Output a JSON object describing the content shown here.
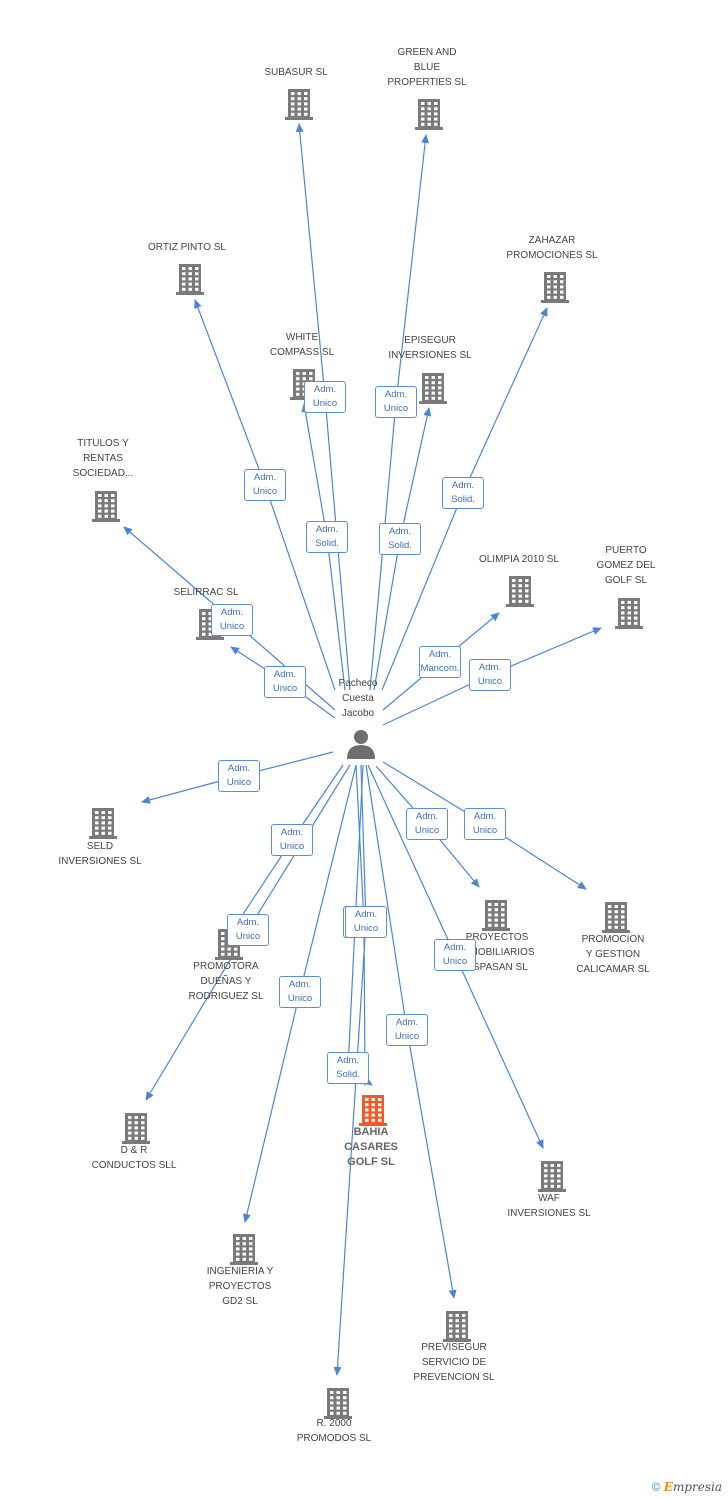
{
  "colors": {
    "link": "#4a86d8",
    "building": "#7a7a7a",
    "building_main": "#f05a28",
    "person": "#6e6e6e"
  },
  "center": {
    "label_lines": [
      "Pacheco",
      "Cuesta",
      "Jacobo"
    ],
    "icon": "person-icon"
  },
  "main_company": {
    "label_lines": [
      "BAHIA",
      "CASARES",
      "GOLF SL"
    ],
    "icon": "building-icon"
  },
  "companies": [
    {
      "id": "subasur",
      "label_lines": [
        "SUBASUR SL"
      ]
    },
    {
      "id": "green-blue",
      "label_lines": [
        "GREEN AND",
        "BLUE",
        "PROPERTIES SL"
      ]
    },
    {
      "id": "ortiz",
      "label_lines": [
        "ORTIZ PINTO SL"
      ]
    },
    {
      "id": "zahazar",
      "label_lines": [
        "ZAHAZAR",
        "PROMOCIONES SL"
      ]
    },
    {
      "id": "white",
      "label_lines": [
        "WHITE",
        "COMPASS SL"
      ]
    },
    {
      "id": "episegur",
      "label_lines": [
        "EPISEGUR",
        "INVERSIONES SL"
      ]
    },
    {
      "id": "titulos",
      "label_lines": [
        "TITULOS Y",
        "RENTAS",
        "SOCIEDAD..."
      ]
    },
    {
      "id": "olimpia",
      "label_lines": [
        "OLIMPIA 2010 SL"
      ]
    },
    {
      "id": "puerto",
      "label_lines": [
        "PUERTO",
        "GOMEZ DEL",
        "GOLF SL"
      ]
    },
    {
      "id": "selirrac",
      "label_lines": [
        "SELIRRAC SL"
      ]
    },
    {
      "id": "seld",
      "label_lines": [
        "SELD",
        "INVERSIONES SL"
      ]
    },
    {
      "id": "proyectos-inm",
      "label_lines": [
        "PROYECTOS",
        "INMOBILIARIOS",
        "ESPASAN SL"
      ]
    },
    {
      "id": "promocion",
      "label_lines": [
        "PROMOCION",
        "Y GESTION",
        "CALICAMAR SL"
      ]
    },
    {
      "id": "promotora",
      "label_lines": [
        "PROMOTORA",
        "DUEÑAS Y",
        "RODRIGUEZ SL"
      ]
    },
    {
      "id": "dr",
      "label_lines": [
        "D & R",
        "CONDUCTOS SLL"
      ]
    },
    {
      "id": "waf",
      "label_lines": [
        "WAF",
        "INVERSIONES SL"
      ]
    },
    {
      "id": "ingenieria",
      "label_lines": [
        "INGENIERIA Y",
        "PROYECTOS",
        "GD2 SL"
      ]
    },
    {
      "id": "previsegur",
      "label_lines": [
        "PREVISEGUR",
        "SERVICIO DE",
        "PREVENCION SL"
      ]
    },
    {
      "id": "r2000",
      "label_lines": [
        "R.  2000",
        "PROMODOS SL"
      ]
    }
  ],
  "relations": [
    {
      "to": "subasur",
      "role": [
        "Adm.",
        "Unico"
      ]
    },
    {
      "to": "green-blue",
      "role": [
        "Adm.",
        "Unico"
      ]
    },
    {
      "to": "ortiz",
      "role": [
        "Adm.",
        "Unico"
      ]
    },
    {
      "to": "zahazar",
      "role": [
        "Adm.",
        "Solid."
      ]
    },
    {
      "to": "white",
      "role": [
        "Adm.",
        "Solid."
      ]
    },
    {
      "to": "episegur",
      "role": [
        "Adm.",
        "Solid."
      ]
    },
    {
      "to": "titulos",
      "role": [
        "Adm.",
        "Unico"
      ]
    },
    {
      "to": "olimpia",
      "role": [
        "Adm.",
        "Mancom."
      ]
    },
    {
      "to": "puerto",
      "role": [
        "Adm.",
        "Unico"
      ]
    },
    {
      "to": "selirrac",
      "role": [
        "Adm.",
        "Unico"
      ]
    },
    {
      "to": "seld",
      "role": [
        "Adm.",
        "Unico"
      ]
    },
    {
      "to": "proyectos-inm",
      "role": [
        "Adm.",
        "Unico"
      ]
    },
    {
      "to": "promocion",
      "role": [
        "Adm.",
        "Unico"
      ]
    },
    {
      "to": "promotora",
      "role": [
        "Adm.",
        "Unico"
      ]
    },
    {
      "to": "dr",
      "role": [
        "Adm.",
        "Unico"
      ]
    },
    {
      "to": "waf",
      "role": [
        "Adm.",
        "Unico"
      ]
    },
    {
      "to": "main",
      "role": [
        "Adm.",
        "Unico"
      ]
    },
    {
      "to": "main",
      "role": [
        "Adm.",
        "Solid."
      ]
    },
    {
      "to": "ingenieria",
      "role": [
        "Adm.",
        "Unico"
      ]
    },
    {
      "to": "previsegur",
      "role": [
        "Adm.",
        "Unico"
      ]
    },
    {
      "to": "r2000",
      "role": [
        "Adm.",
        "Unico"
      ]
    }
  ],
  "footer": {
    "copyright": "©",
    "brand_initial": "E",
    "brand_rest": "mpresia"
  }
}
